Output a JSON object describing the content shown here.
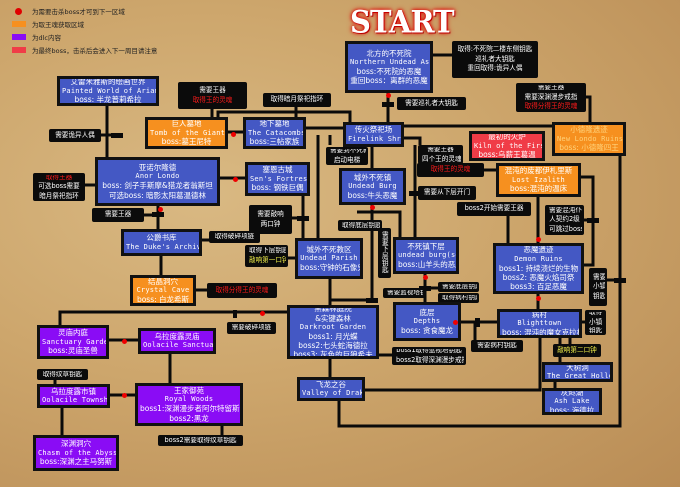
{
  "title": "START",
  "legend": [
    {
      "marker": "red-dot",
      "text": "为需要击杀boss才可到下一区域",
      "color": "#e00000"
    },
    {
      "marker": "swatch",
      "text": "为取王魂获取区域",
      "color": "#f6901f"
    },
    {
      "marker": "swatch",
      "text": "为dlc内容",
      "color": "#8a0cf5"
    },
    {
      "marker": "swatch",
      "text": "为最终boss，击杀后会进入下一周目请注意",
      "color": "#f03c47"
    }
  ],
  "colors": {
    "blue": "#4458c4",
    "orange": "#f6901f",
    "purple": "#8a0cf5",
    "red": "#f03c47",
    "note": "#0b0b0b"
  },
  "nodes": [
    {
      "id": "asylum",
      "kind": "blue",
      "lines": [
        {
          "t": "北方的不死院"
        },
        {
          "t": "Northern Undead Asylum",
          "en": 1
        },
        {
          "t": "boss:不死院的恶魔"
        },
        {
          "t": "重回boss：离群的恶魔"
        }
      ]
    },
    {
      "id": "asylum-note",
      "kind": "note",
      "lines": [
        {
          "t": "取得:不死院二楼东侧钥匙"
        },
        {
          "t": "巡礼者大钥匙"
        },
        {
          "t": "重回取得:诡异人偶"
        }
      ]
    },
    {
      "id": "newlondo-note",
      "kind": "note",
      "lines": [
        {
          "t": "需要王器"
        },
        {
          "t": "需要深渊漫步戒指"
        },
        {
          "t": "取得分得王的灵魂",
          "c": "red"
        }
      ]
    },
    {
      "id": "need-key",
      "kind": "note",
      "lines": [
        {
          "t": "需要巡礼者大钥匙"
        }
      ]
    },
    {
      "id": "firelink",
      "kind": "blue",
      "lines": [
        {
          "t": "传火祭祀场"
        },
        {
          "t": "Firelink Shrine",
          "en": 1
        }
      ]
    },
    {
      "id": "kiln",
      "kind": "red",
      "lines": [
        {
          "t": "最初的火炉"
        },
        {
          "t": "Kiln of the First Flame",
          "en": 1
        },
        {
          "t": "boss:乌薪王葛温"
        }
      ]
    },
    {
      "id": "newlondo",
      "kind": "orange",
      "lines": [
        {
          "t": "小德隆遗迹",
          "c": "faint"
        },
        {
          "t": "New Londo Ruins",
          "en": 1,
          "c": "faint"
        },
        {
          "t": "boss: 小德隆四王",
          "c": "faint"
        }
      ]
    },
    {
      "id": "kiln-note",
      "kind": "note",
      "lines": [
        {
          "t": "需要王器"
        },
        {
          "t": "四个王的灵魂"
        }
      ]
    },
    {
      "id": "painted",
      "kind": "blue",
      "lines": [
        {
          "t": "艾雷米雅斯的绘画世界"
        },
        {
          "t": "Painted World of Ariamis",
          "en": 1
        },
        {
          "t": "boss: 半龙普莉希拉"
        }
      ]
    },
    {
      "id": "tomb-note",
      "kind": "note",
      "lines": [
        {
          "t": "需要王器"
        },
        {
          "t": "取得王的灵魂",
          "c": "red"
        }
      ]
    },
    {
      "id": "darkmoon-note",
      "kind": "note",
      "lines": [
        {
          "t": "取得暗月祭祀指环"
        }
      ]
    },
    {
      "id": "tomb",
      "kind": "orange",
      "lines": [
        {
          "t": "巨人墓地"
        },
        {
          "t": "Tomb of the Giants",
          "en": 1
        },
        {
          "t": "boss:墓王尼特"
        }
      ]
    },
    {
      "id": "catacombs",
      "kind": "blue",
      "lines": [
        {
          "t": "地下墓地"
        },
        {
          "t": "The Catacombs",
          "en": 1
        },
        {
          "t": "boss:三帖家族"
        }
      ]
    },
    {
      "id": "doll-note",
      "kind": "note",
      "lines": [
        {
          "t": "需要诡异人偶"
        }
      ]
    },
    {
      "id": "anor",
      "kind": "blue",
      "lines": [
        {
          "t": "亚诺尔隆德"
        },
        {
          "t": "Anor Londo",
          "en": 1
        },
        {
          "t": "boss: 剑子手斯摩&猎龙者翁斯坦"
        },
        {
          "t": "可选boss: 暗影太阳葛温德林"
        }
      ]
    },
    {
      "id": "anor-note",
      "kind": "note",
      "lines": [
        {
          "t": "取得王器",
          "c": "red"
        },
        {
          "t": "可选boss需要"
        },
        {
          "t": "暗月祭祀指环"
        }
      ]
    },
    {
      "id": "sens",
      "kind": "blue",
      "lines": [
        {
          "t": "塞恩古城"
        },
        {
          "t": "Sen's Fortress",
          "en": 1
        },
        {
          "t": "boss: 钢铁巨偶"
        }
      ]
    },
    {
      "id": "elevator-note",
      "kind": "note",
      "lines": [
        {
          "t": "需要到不死教区"
        },
        {
          "t": "启动电梯"
        }
      ]
    },
    {
      "id": "burg",
      "kind": "blue",
      "lines": [
        {
          "t": "城外不死镇"
        },
        {
          "t": "Undead Burg",
          "en": 1
        },
        {
          "t": "boss:牛头恶魔"
        }
      ]
    },
    {
      "id": "izalith-note",
      "kind": "note",
      "lines": [
        {
          "t": "取得王的灵魂",
          "c": "red"
        }
      ]
    },
    {
      "id": "izalith",
      "kind": "orange",
      "lines": [
        {
          "t": "混沌的废都伊札里斯"
        },
        {
          "t": "Lost Izalith",
          "en": 1
        },
        {
          "t": "boss:混沌的温床"
        }
      ]
    },
    {
      "id": "door-note",
      "kind": "note",
      "lines": [
        {
          "t": "需要从下层开门"
        }
      ]
    },
    {
      "id": "lordvessel-note",
      "kind": "note",
      "lines": [
        {
          "t": "需要王器"
        }
      ]
    },
    {
      "id": "bells-note",
      "kind": "note",
      "lines": [
        {
          "t": "需要敲响"
        },
        {
          "t": "两口钟"
        }
      ]
    },
    {
      "id": "boss2-note",
      "kind": "note",
      "lines": [
        {
          "t": "boss2开始需要王器"
        }
      ]
    },
    {
      "id": "chaos-note",
      "kind": "note",
      "lines": [
        {
          "t": "需要混沌仆"
        },
        {
          "t": "人契约2级"
        },
        {
          "t": "可跳过boss2、3"
        }
      ]
    },
    {
      "id": "basement-key-note",
      "kind": "note",
      "lines": [
        {
          "t": "取得底层钥匙"
        }
      ]
    },
    {
      "id": "archives",
      "kind": "blue",
      "lines": [
        {
          "t": "公爵书库"
        },
        {
          "t": "The Duke's Archives",
          "en": 1
        }
      ]
    },
    {
      "id": "pendant-note",
      "kind": "note",
      "lines": [
        {
          "t": "取得破碎项链"
        }
      ]
    },
    {
      "id": "bell1-note",
      "kind": "note",
      "lines": [
        {
          "t": "取得下层钥匙"
        },
        {
          "t": "敲响第一口钟",
          "c": "yellow"
        }
      ]
    },
    {
      "id": "parish",
      "kind": "blue",
      "lines": [
        {
          "t": "城外不死教区"
        },
        {
          "t": "Undead Parish",
          "en": 1
        },
        {
          "t": "boss:守钟的石像鬼"
        }
      ]
    },
    {
      "id": "lower-key-note",
      "kind": "note",
      "lines": [
        {
          "t": "需"
        },
        {
          "t": "要"
        },
        {
          "t": "下"
        },
        {
          "t": "层"
        },
        {
          "t": "钥"
        },
        {
          "t": "匙"
        }
      ]
    },
    {
      "id": "lowerburg",
      "kind": "blue",
      "lines": [
        {
          "t": "不死镇下层"
        },
        {
          "t": "undead burg(section)",
          "en": 1
        },
        {
          "t": "boss:山羊头的恶魔"
        }
      ]
    },
    {
      "id": "demon",
      "kind": "blue",
      "lines": [
        {
          "t": "恶魔遗迹"
        },
        {
          "t": "Demon Ruins",
          "en": 1
        },
        {
          "t": "boss1: 持续溃烂的生物"
        },
        {
          "t": "boss2: 恶魔火焰司祭"
        },
        {
          "t": "boss3: 百足恶魔"
        }
      ]
    },
    {
      "id": "town-key-note",
      "kind": "note",
      "lines": [
        {
          "t": "需要"
        },
        {
          "t": "小镇"
        },
        {
          "t": "钥匙"
        }
      ]
    },
    {
      "id": "crystal",
      "kind": "orange",
      "lines": [
        {
          "t": "结晶洞穴"
        },
        {
          "t": "Crystal Cave",
          "en": 1
        },
        {
          "t": "boss: 白龙希斯"
        }
      ]
    },
    {
      "id": "crystal-note",
      "kind": "note",
      "lines": [
        {
          "t": "取得分得王的灵魂",
          "c": "red"
        }
      ]
    },
    {
      "id": "watchtower-note",
      "kind": "note",
      "lines": [
        {
          "t": "需要蓝视塔钥匙"
        }
      ]
    },
    {
      "id": "need-basement-note",
      "kind": "note",
      "lines": [
        {
          "t": "需要底层钥匙"
        }
      ]
    },
    {
      "id": "blight-key-note",
      "kind": "note",
      "lines": [
        {
          "t": "取得病村钥匙"
        }
      ]
    },
    {
      "id": "darkroot",
      "kind": "blue",
      "lines": [
        {
          "t": "黑森林庭院"
        },
        {
          "t": "&实键森林"
        },
        {
          "t": "Darkroot Garden",
          "en": 1
        },
        {
          "t": "boss1: 月光蝶"
        },
        {
          "t": "boss2:七头蛇海德拉"
        },
        {
          "t": "boss3: 灰色的巨狼希夫"
        }
      ]
    },
    {
      "id": "need-pendant-note",
      "kind": "note",
      "lines": [
        {
          "t": "需要破碎项链"
        }
      ]
    },
    {
      "id": "depths",
      "kind": "blue",
      "lines": [
        {
          "t": "底层"
        },
        {
          "t": "Depths",
          "en": 1
        },
        {
          "t": "boss: 贪食魔龙"
        }
      ]
    },
    {
      "id": "blight",
      "kind": "blue",
      "lines": [
        {
          "t": "病村"
        },
        {
          "t": "Blighttown",
          "en": 1
        },
        {
          "t": "boss: 混沌的魔女克拉格"
        }
      ]
    },
    {
      "id": "get-town-key-note",
      "kind": "note",
      "lines": [
        {
          "t": "取得"
        },
        {
          "t": "小镇"
        },
        {
          "t": "钥匙"
        }
      ]
    },
    {
      "id": "need-blight-key-note",
      "kind": "note",
      "lines": [
        {
          "t": "需要病村钥匙"
        }
      ]
    },
    {
      "id": "bell2-note",
      "kind": "note",
      "lines": [
        {
          "t": "敲响第二口钟",
          "c": "yellow"
        }
      ]
    },
    {
      "id": "darkroot-note",
      "kind": "note",
      "lines": [
        {
          "t": "boss1取得蓝视塔钥匙"
        },
        {
          "t": "boss2取得深渊漫步戒指"
        }
      ]
    },
    {
      "id": "sanctuary-garden",
      "kind": "purple",
      "lines": [
        {
          "t": "灵庙内庭"
        },
        {
          "t": "Sanctuary Garden",
          "en": 1
        },
        {
          "t": "boss:灵庙圣兽"
        }
      ]
    },
    {
      "id": "oolacile-sanctuary",
      "kind": "purple",
      "lines": [
        {
          "t": "乌拉度露灵庙"
        },
        {
          "t": "Oolacile Sanctuary",
          "en": 1
        }
      ]
    },
    {
      "id": "drakes",
      "kind": "blue",
      "lines": [
        {
          "t": "飞龙之谷"
        },
        {
          "t": "Valley of Drakes",
          "en": 1
        }
      ]
    },
    {
      "id": "hollow",
      "kind": "blue",
      "lines": [
        {
          "t": "大树洞"
        },
        {
          "t": "The Great Hollow",
          "en": 1
        }
      ]
    },
    {
      "id": "ashlake",
      "kind": "blue",
      "lines": [
        {
          "t": "灰烬湖"
        },
        {
          "t": "Ash Lake",
          "en": 1
        },
        {
          "t": "boss: 海德拉"
        }
      ]
    },
    {
      "id": "crest-note",
      "kind": "note",
      "lines": [
        {
          "t": "取得纹章钥匙"
        }
      ]
    },
    {
      "id": "township",
      "kind": "purple",
      "lines": [
        {
          "t": "乌拉度露市镇"
        },
        {
          "t": "Oolacile Township",
          "en": 1
        }
      ]
    },
    {
      "id": "royal",
      "kind": "purple",
      "lines": [
        {
          "t": "王家御苑"
        },
        {
          "t": "Royal Woods",
          "en": 1
        },
        {
          "t": "boss1:深渊漫步者阿尔特留斯"
        },
        {
          "t": "boss2:黑龙"
        }
      ]
    },
    {
      "id": "royal-note",
      "kind": "note",
      "lines": [
        {
          "t": "boss2需要取得纹章钥匙"
        }
      ]
    },
    {
      "id": "chasm",
      "kind": "purple",
      "lines": [
        {
          "t": "深渊洞穴"
        },
        {
          "t": "Chasm of the Abyss",
          "en": 1
        },
        {
          "t": "boss:深渊之主马努斯"
        }
      ]
    }
  ]
}
